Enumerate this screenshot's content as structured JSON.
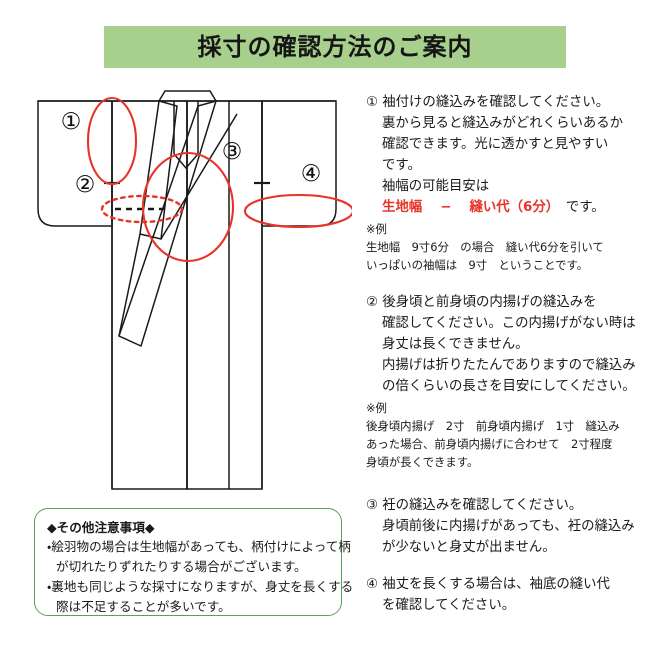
{
  "banner": {
    "title": "採寸の確認方法のご案内",
    "bg_color": "#a8d08d"
  },
  "colors": {
    "accent_red": "#e8332a",
    "note_border_green": "#5aa05a",
    "banner_green": "#a8d08d",
    "diagram_line": "#1a1a1a"
  },
  "diagram": {
    "name": "kimono-measurement-diagram",
    "markers": [
      {
        "id": "1",
        "label": "①",
        "target": "sleeve-attachment-seam"
      },
      {
        "id": "2",
        "label": "②",
        "target": "inner-tuck-seam"
      },
      {
        "id": "3",
        "label": "③",
        "target": "collar-seam"
      },
      {
        "id": "4",
        "label": "④",
        "target": "sleeve-bottom-seam"
      }
    ],
    "annotations": [
      {
        "shape": "ellipse-solid-red",
        "name": "sleeve-attachment-highlight"
      },
      {
        "shape": "ellipse-dotted-red",
        "name": "inner-tuck-highlight"
      },
      {
        "shape": "ellipse-solid-red",
        "name": "collar-highlight"
      },
      {
        "shape": "ellipse-solid-red",
        "name": "sleeve-bottom-highlight"
      },
      {
        "shape": "dashed-line-black",
        "name": "inner-tuck-fold-line"
      }
    ]
  },
  "instructions": {
    "steps": [
      {
        "number": "①",
        "lines": [
          "① 袖付けの縫込みを確認してください。",
          "裏から見ると縫込みがどれくらいあるか",
          "確認できます。光に透かすと見やすい",
          "です。",
          "袖幅の可能目安は"
        ],
        "highlight": {
          "red_text": "生地幅 　−　 縫い代（6分）",
          "tail_text": "　です。"
        },
        "example": {
          "marker": "※例",
          "lines": [
            "生地幅　9寸6分　の場合　縫い代6分を引いて",
            "いっぱいの袖幅は　9寸　ということです。"
          ]
        }
      },
      {
        "number": "②",
        "lines": [
          "② 後身頃と前身頃の内揚げの縫込みを",
          "確認してください。この内揚げがない時は",
          "身丈は長くできません。",
          "内揚げは折りたたんでありますので縫込み",
          "の倍くらいの長さを目安にしてください。"
        ],
        "example": {
          "marker": "※例",
          "lines": [
            "後身頃内揚げ　2寸　前身頃内揚げ　1寸　縫込み",
            "あった場合、前身頃内揚げに合わせて　2寸程度",
            "身頃が長くできます。"
          ]
        }
      },
      {
        "number": "③",
        "lines": [
          "③ 衽の縫込みを確認してください。",
          "身頃前後に内揚げがあっても、衽の縫込み",
          "が少ないと身丈が出ません。"
        ]
      },
      {
        "number": "④",
        "lines": [
          "④ 袖丈を長くする場合は、袖底の縫い代",
          "を確認してください。"
        ]
      }
    ]
  },
  "notes": {
    "title": "◆その他注意事項◆",
    "lines": [
      "・絵羽物の場合は生地幅があっても、柄付けによって柄",
      "が切れたりずれたりする場合がございます。",
      "・裏地も同じような採寸になりますが、身丈を長くする",
      "際は不足することが多いです。"
    ]
  }
}
